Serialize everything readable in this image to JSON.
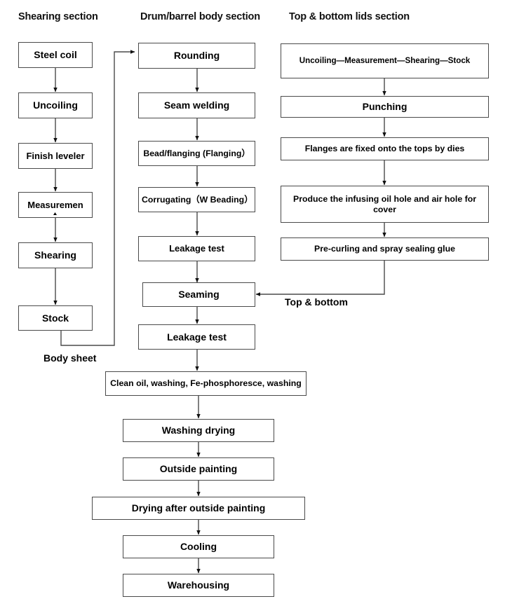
{
  "diagram": {
    "title": "Steel drum / barrel manufacturing process flowchart",
    "background_color": "#ffffff",
    "line_color": "#4a4a4a",
    "text_color": "#000000"
  },
  "sections": [
    {
      "id": "shearing",
      "label": "Shearing section"
    },
    {
      "id": "body",
      "label": "Drum/barrel body section"
    },
    {
      "id": "lids",
      "label": "Top & bottom lids section"
    }
  ],
  "shearing_nodes": [
    {
      "id": "steel-coil",
      "label": "Steel coil"
    },
    {
      "id": "uncoiling",
      "label": "Uncoiling"
    },
    {
      "id": "finish-leveler",
      "label": "Finish leveler"
    },
    {
      "id": "measuremen",
      "label": "Measuremen"
    },
    {
      "id": "shearing",
      "label": "Shearing"
    },
    {
      "id": "stock",
      "label": "Stock"
    }
  ],
  "body_nodes": [
    {
      "id": "rounding",
      "label": "Rounding"
    },
    {
      "id": "seam-welding",
      "label": "Seam welding"
    },
    {
      "id": "bead-flanging",
      "label": "Bead/flanging (Flanging）"
    },
    {
      "id": "corrugating",
      "label": "Corrugating（W Beading）"
    },
    {
      "id": "leakage-test-1",
      "label": "Leakage test"
    },
    {
      "id": "seaming",
      "label": "Seaming"
    },
    {
      "id": "leakage-test-2",
      "label": "Leakage test"
    }
  ],
  "lids_nodes": [
    {
      "id": "uncoiling-measurement-shearing-stock",
      "label": "Uncoiling—Measurement—Shearing—Stock"
    },
    {
      "id": "punching",
      "label": "Punching"
    },
    {
      "id": "flanges-fixed",
      "label": "Flanges are fixed onto the tops by dies"
    },
    {
      "id": "produce-holes",
      "label": "Produce the infusing oil hole and air hole for cover"
    },
    {
      "id": "pre-curling",
      "label": "Pre-curling and spray sealing glue"
    }
  ],
  "common_nodes": [
    {
      "id": "clean-oil",
      "label": "Clean oil, washing, Fe-phosphoresce, washing"
    },
    {
      "id": "washing-drying",
      "label": "Washing drying"
    },
    {
      "id": "outside-painting",
      "label": "Outside painting"
    },
    {
      "id": "drying-after-painting",
      "label": "Drying after outside painting"
    },
    {
      "id": "cooling",
      "label": "Cooling"
    },
    {
      "id": "warehousing",
      "label": "Warehousing"
    }
  ],
  "edge_labels": [
    {
      "id": "body-sheet",
      "label": "Body sheet"
    },
    {
      "id": "top-bottom",
      "label": "Top & bottom"
    }
  ]
}
